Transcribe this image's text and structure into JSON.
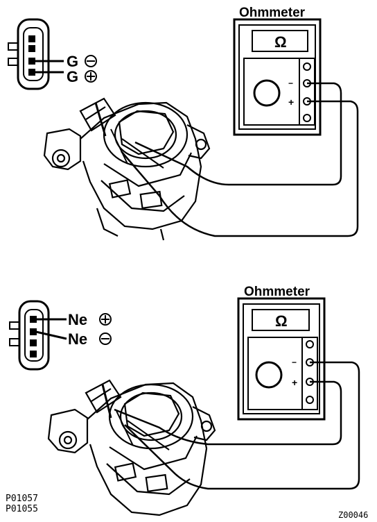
{
  "panels": [
    {
      "meter": {
        "title": "Ohmmeter",
        "display": "Ω",
        "minus": "−",
        "plus": "+"
      },
      "pins": [
        {
          "label": "G",
          "sign": "minus"
        },
        {
          "label": "G",
          "sign": "plus"
        }
      ]
    },
    {
      "meter": {
        "title": "Ohmmeter",
        "display": "Ω",
        "minus": "−",
        "plus": "+"
      },
      "pins": [
        {
          "label": "Ne",
          "sign": "plus"
        },
        {
          "label": "Ne",
          "sign": "minus"
        }
      ]
    }
  ],
  "codes": {
    "line1": "P01057",
    "line2": "P01055",
    "figure": "Z00046"
  }
}
